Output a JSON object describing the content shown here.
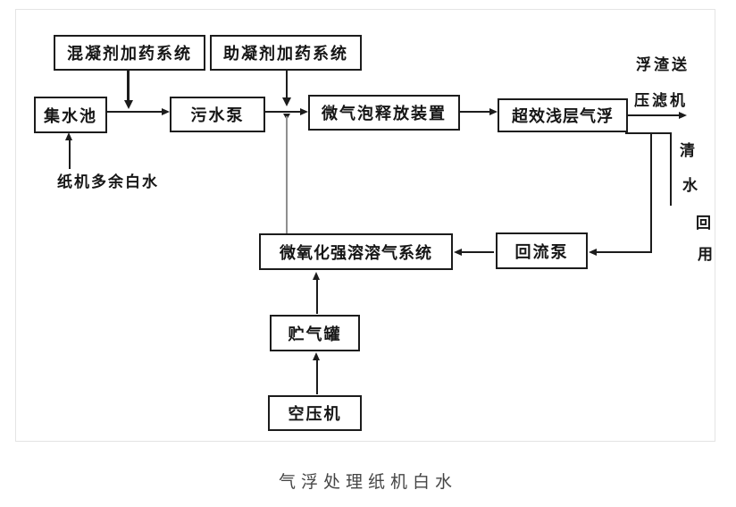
{
  "diagram": {
    "caption": "气浮处理纸机白水",
    "nodes": {
      "coagulant": "混凝剂加药系统",
      "coagulantAid": "助凝剂加药系统",
      "collectionPool": "集水池",
      "sewagePump": "污水泵",
      "bubbleRelease": "微气泡释放装置",
      "shallowFlotation": "超效浅层气浮",
      "oxidationDissolvedAir": "微氧化强溶溶气系统",
      "refluxPump": "回流泵",
      "gasTank": "贮气罐",
      "airCompressor": "空压机"
    },
    "labels": {
      "whiteWaterIn": "纸机多余白水",
      "scumLine1": "浮渣送",
      "scumLine2": "压滤机",
      "clearWater1": "清",
      "clearWater2": "水",
      "reuse1": "回",
      "reuse2": "用"
    },
    "colors": {
      "line": "#1c1c1c",
      "grayLine": "#8f8f8f",
      "caption": "#454545",
      "panelBorder": "#e4e4e4"
    }
  }
}
